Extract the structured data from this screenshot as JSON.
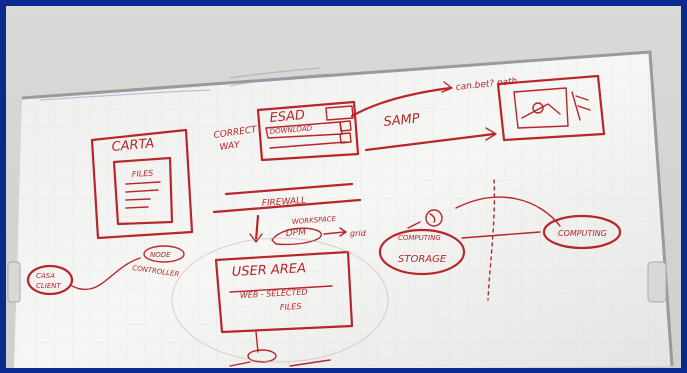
{
  "whiteboard": {
    "labels": {
      "carta": "CARTA",
      "files": "FILES",
      "esad": "ESAD",
      "download": "DOWNLOAD",
      "correct_way_line1": "CORRECT",
      "correct_way_line2": "WAY",
      "samp": "SAMP",
      "canbeurl_path": "can.bet? path",
      "firewall": "FIREWALL",
      "workspace_line1": "WORKSPACE",
      "workspace_line2": "DPM",
      "grid": "grid",
      "computing_left": "COMPUTING",
      "storage": "STORAGE",
      "computing_right": "COMPUTING",
      "node_line1": "NODE",
      "node_line2": "CONTROLLER",
      "casa_line1": "CASA",
      "casa_line2": "CLIENT",
      "user_area": "USER AREA",
      "selected_line1": "WEB - SELECTED",
      "selected_line2": "FILES"
    }
  }
}
